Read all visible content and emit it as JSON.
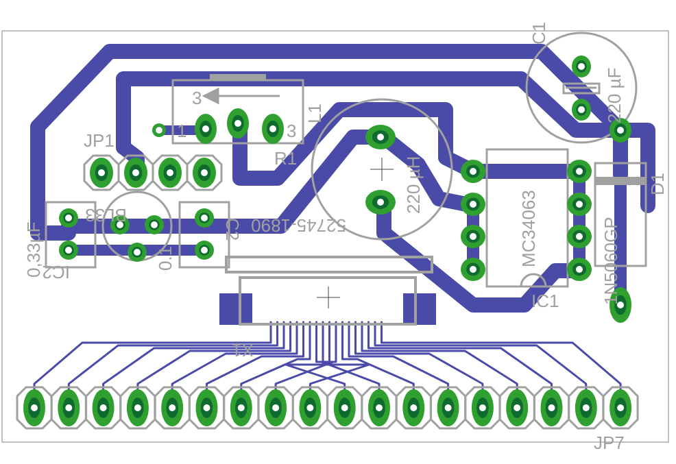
{
  "board": {
    "component_labels": {
      "c1": "C1",
      "c1_value": "220 µF",
      "l1": "L1",
      "l1_pin_a": "3",
      "l1_pin_b": "3",
      "l1_pin_1": "1",
      "r1": "R1",
      "jp1": "JP1",
      "jp7": "JP7",
      "ic1": "IC1",
      "ic1_part": "MC34063",
      "ic2": "IC2",
      "ic2_part": "BL33",
      "ic2_cap": "0,33µF",
      "inductor_value": "220 µH",
      "connector_part": "52745-1890",
      "connector_ref": "X1",
      "d1": "D1",
      "d1_part": "1N5060GP",
      "small_cap_value": "0.1",
      "small_cap_ref": "C2"
    },
    "colors": {
      "trace": "#4a4aa8",
      "pad": "#2fa02f",
      "pad_core": "#0e6a2e",
      "silkscreen": "#a0a0a0",
      "outline": "#808080",
      "background": "#ffffff"
    }
  }
}
